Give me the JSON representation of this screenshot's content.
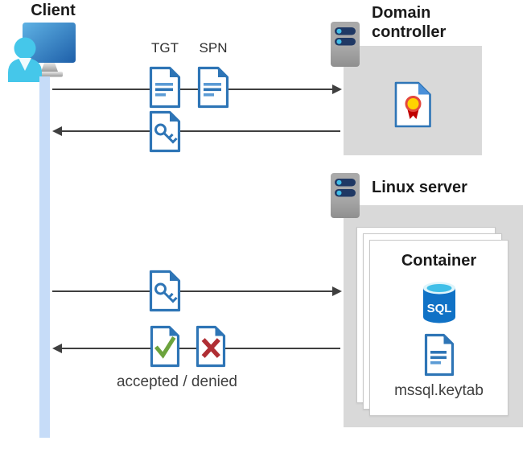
{
  "client": {
    "label": "Client"
  },
  "domain_controller": {
    "label": "Domain controller"
  },
  "linux_server": {
    "label": "Linux server"
  },
  "container": {
    "title": "Container",
    "sql_badge": "SQL",
    "keytab_filename": "mssql.keytab"
  },
  "messages": {
    "tgt": "TGT",
    "spn": "SPN",
    "accepted_denied": "accepted / denied"
  },
  "icons": {
    "client": "person-at-monitor-icon",
    "server": "server-tower-icon",
    "ticket_document": "document-icon",
    "key_document": "key-document-icon",
    "certificate": "certificate-document-icon",
    "accepted": "check-document-icon",
    "denied": "x-document-icon",
    "database": "sql-database-icon"
  },
  "colors": {
    "document_blue": "#2E75B6",
    "document_line_light": "#5B9BD5",
    "box_gray": "#D9D9D9",
    "arrow_dark": "#3F3F3F",
    "lifeline_blue": "#C6DCF8",
    "server_body_gray": "#A5A5A5",
    "server_slot_navy": "#1F3864",
    "server_led_cyan": "#41BEE8",
    "person_cyan": "#45C7EA",
    "monitor_blue_top": "#5FB2E4",
    "monitor_blue_bottom": "#1E5FA9",
    "sql_body_blue": "#1072C6",
    "sql_top_cyan": "#40BFE8",
    "check_green": "#6CA33D",
    "deny_red": "#B02E34",
    "certificate_gold": "#FFD400",
    "certificate_ribbon_red": "#C00000"
  }
}
